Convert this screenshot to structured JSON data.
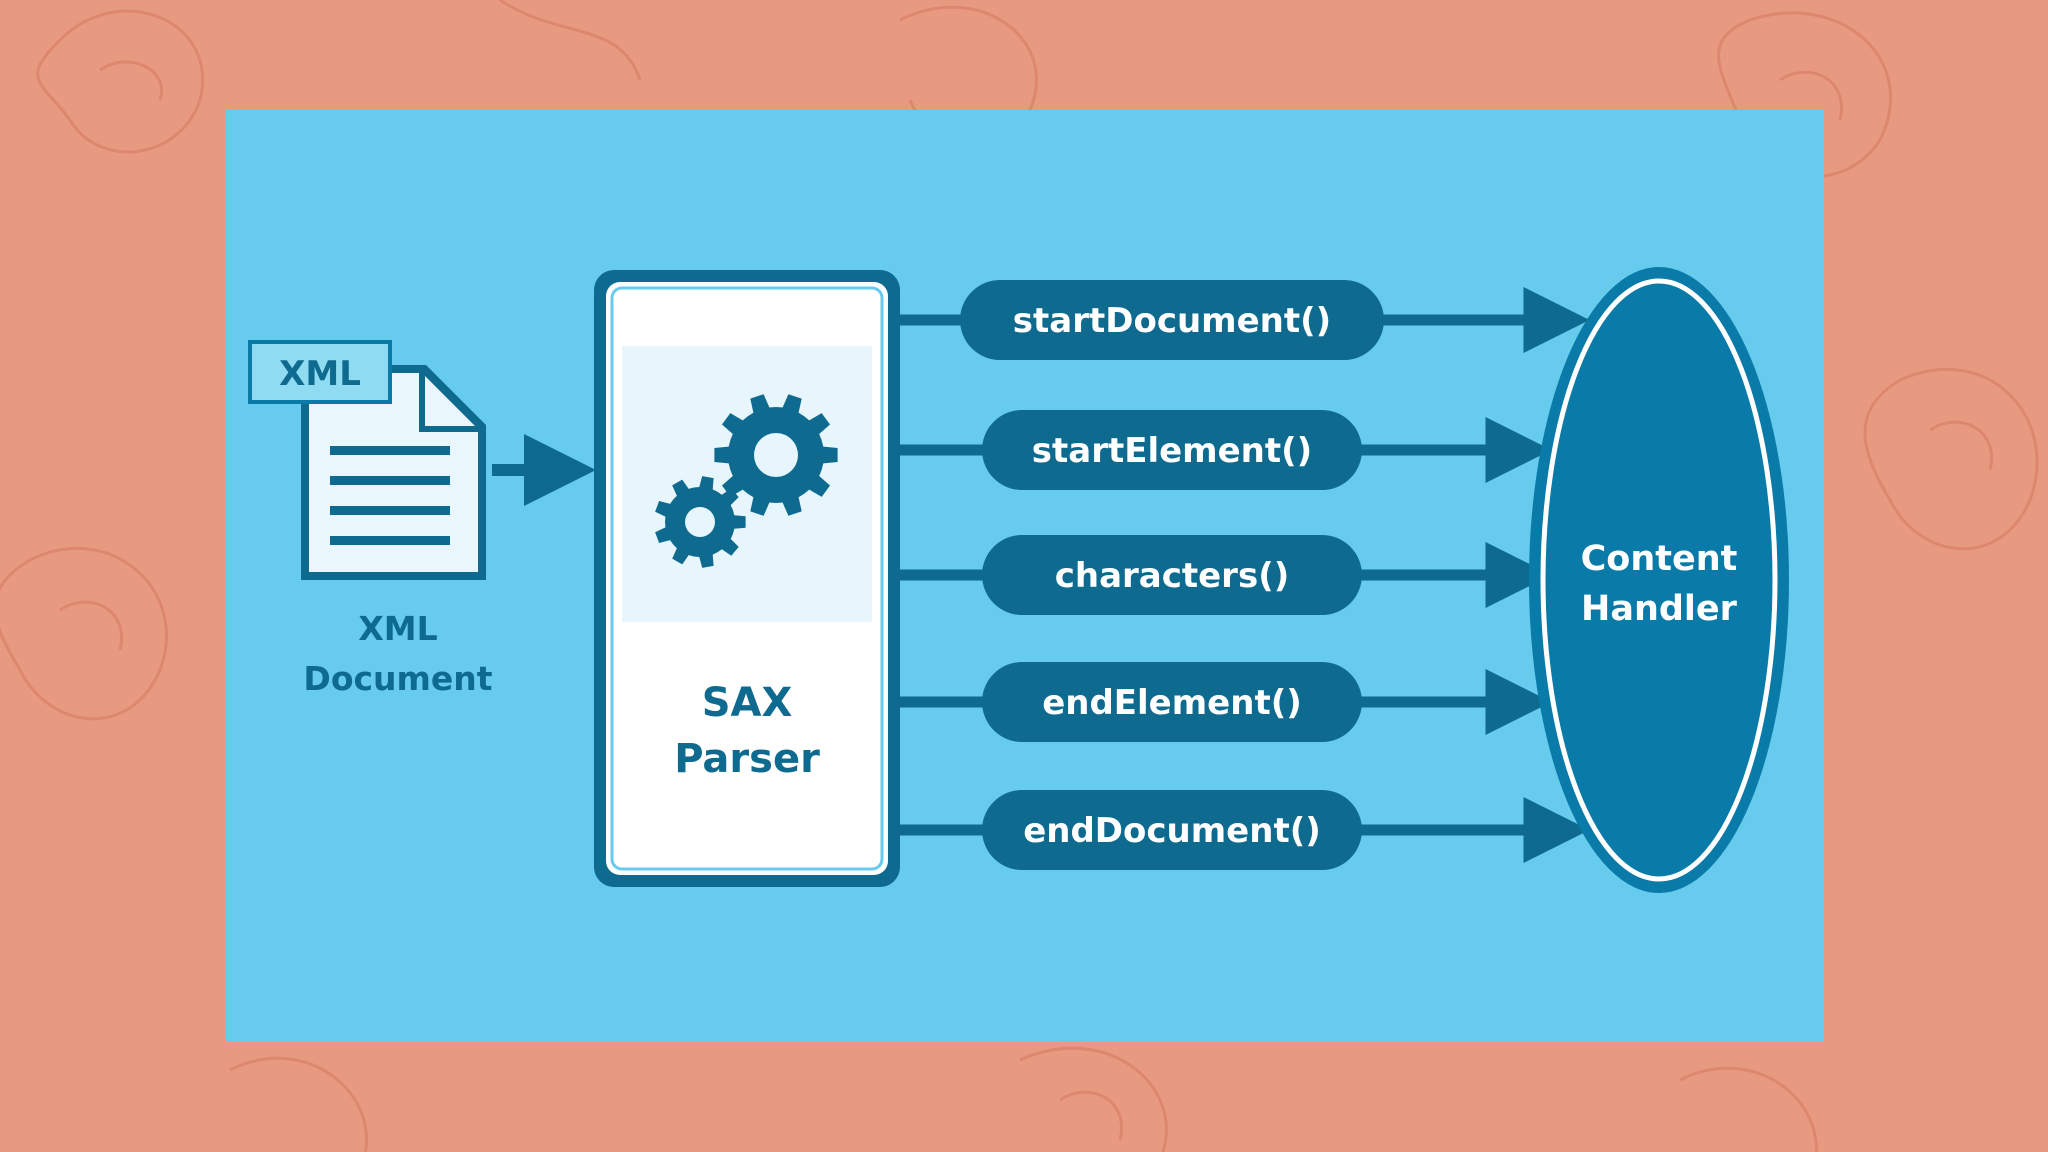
{
  "colors": {
    "background": "#e89a80",
    "pattern": "#d97f66",
    "panel": "#66cbed",
    "dark": "#0e6a8e",
    "accent": "#0a7aa8",
    "white": "#ffffff"
  },
  "document": {
    "badge": "XML",
    "label_line1": "XML",
    "label_line2": "Document"
  },
  "parser": {
    "label_line1": "SAX",
    "label_line2": "Parser"
  },
  "events": [
    {
      "label": "startDocument()"
    },
    {
      "label": "startElement()"
    },
    {
      "label": "characters()"
    },
    {
      "label": "endElement()"
    },
    {
      "label": "endDocument()"
    }
  ],
  "handler": {
    "label_line1": "Content",
    "label_line2": "Handler"
  },
  "icons": [
    "document-icon",
    "gears-icon",
    "arrow-icon"
  ]
}
